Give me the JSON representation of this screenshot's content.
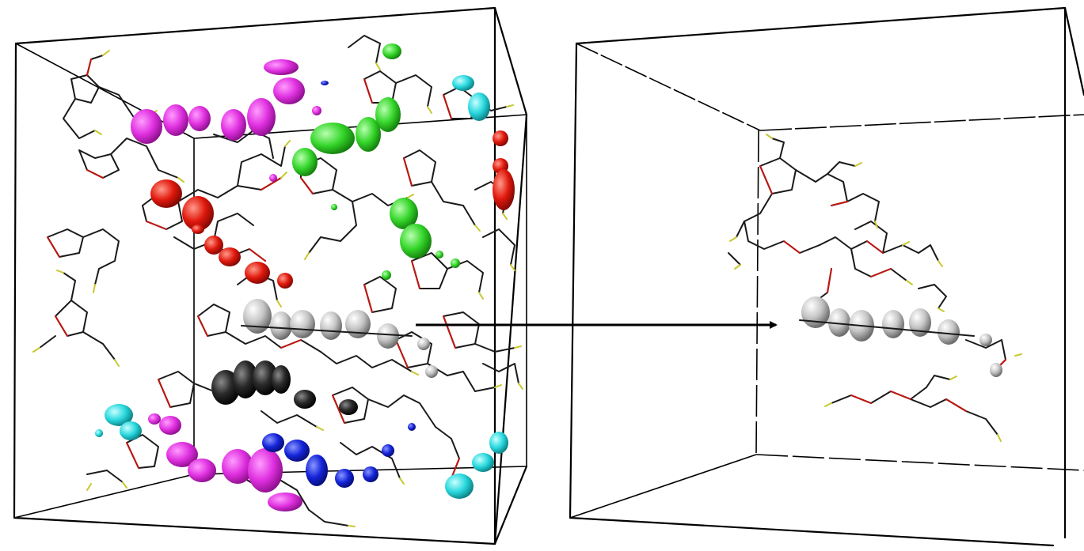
{
  "figure": {
    "panels": [
      "left-simulation-box",
      "right-simulation-box"
    ],
    "arrow": "left-to-right"
  },
  "colors": {
    "magenta": "#e030e0",
    "green": "#35d62a",
    "red": "#e0180c",
    "cyan": "#28d8de",
    "blue": "#1424d8",
    "black_surface": "#222222",
    "gray": "#c4c4c4",
    "bond_carbon": "#1a1a1a",
    "bond_oxygen": "#c2160f",
    "bond_hydrogen": "#c8c830",
    "box_edge": "#000000",
    "background": "#ffffff"
  }
}
